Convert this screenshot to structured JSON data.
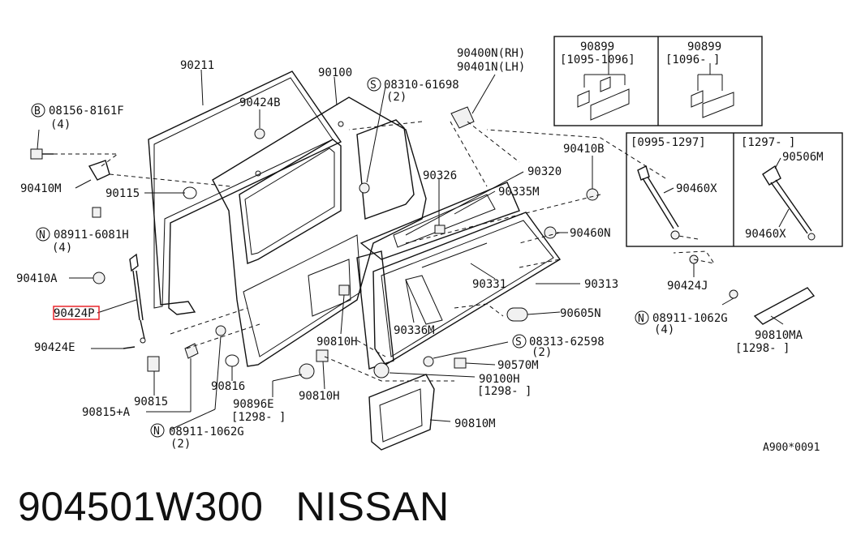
{
  "diagram": {
    "labels": {
      "l90211": "90211",
      "l90100": "90100",
      "l90424B": "90424B",
      "l08156": "08156-8161F",
      "l08156q": "(4)",
      "l08310": "08310-61698",
      "l08310q": "(2)",
      "l90400": "90400N(RH)",
      "l90401": "90401N(LH)",
      "l90410M": "90410M",
      "l90115": "90115",
      "l08911a": "08911-6081H",
      "l08911aq": "(4)",
      "l90410A": "90410A",
      "l90424P": "90424P",
      "l90424E": "90424E",
      "l90815": "90815",
      "l90815A": "90815+A",
      "l08911c": "08911-1062G",
      "l08911cq": "(2)",
      "l90816": "90816",
      "l90896E": "90896E",
      "l90896Eb": "[1298-      ]",
      "l90810H1": "90810H",
      "l90810H2": "90810H",
      "l90326": "90326",
      "l90320": "90320",
      "l90335M": "90335M",
      "l90331": "90331",
      "l90313": "90313",
      "l90336M": "90336M",
      "l90605N": "90605N",
      "l08313": "08313-62598",
      "l08313q": "(2)",
      "l90570M": "90570M",
      "l90100H": "90100H",
      "l90100Hb": "[1298-      ]",
      "l90810M": "90810M",
      "l90410B": "90410B",
      "l90460N": "90460N",
      "l90424J": "90424J",
      "l08911b": "08911-1062G",
      "l08911bq": "(4)",
      "l90810MA": "90810MA",
      "l90810MAb": "[1298-       ]",
      "box1_title": "90899",
      "box1_range": "[1095-1096]",
      "box2_title": "90899",
      "box2_range": "[1096-     ]",
      "box3_range": "[0995-1297]",
      "box3_part": "90460X",
      "box4_range": "[1297-     ]",
      "box4_part_a": "90506M",
      "box4_part_b": "90460X",
      "ref": "A900*0091",
      "circ_B": "B",
      "circ_S1": "S",
      "circ_N1": "N",
      "circ_S2": "S",
      "circ_N2": "N",
      "circ_N3": "N"
    }
  },
  "footer": {
    "part_number": "904501W300",
    "brand": "NISSAN"
  },
  "highlight_color": "#e8262b"
}
